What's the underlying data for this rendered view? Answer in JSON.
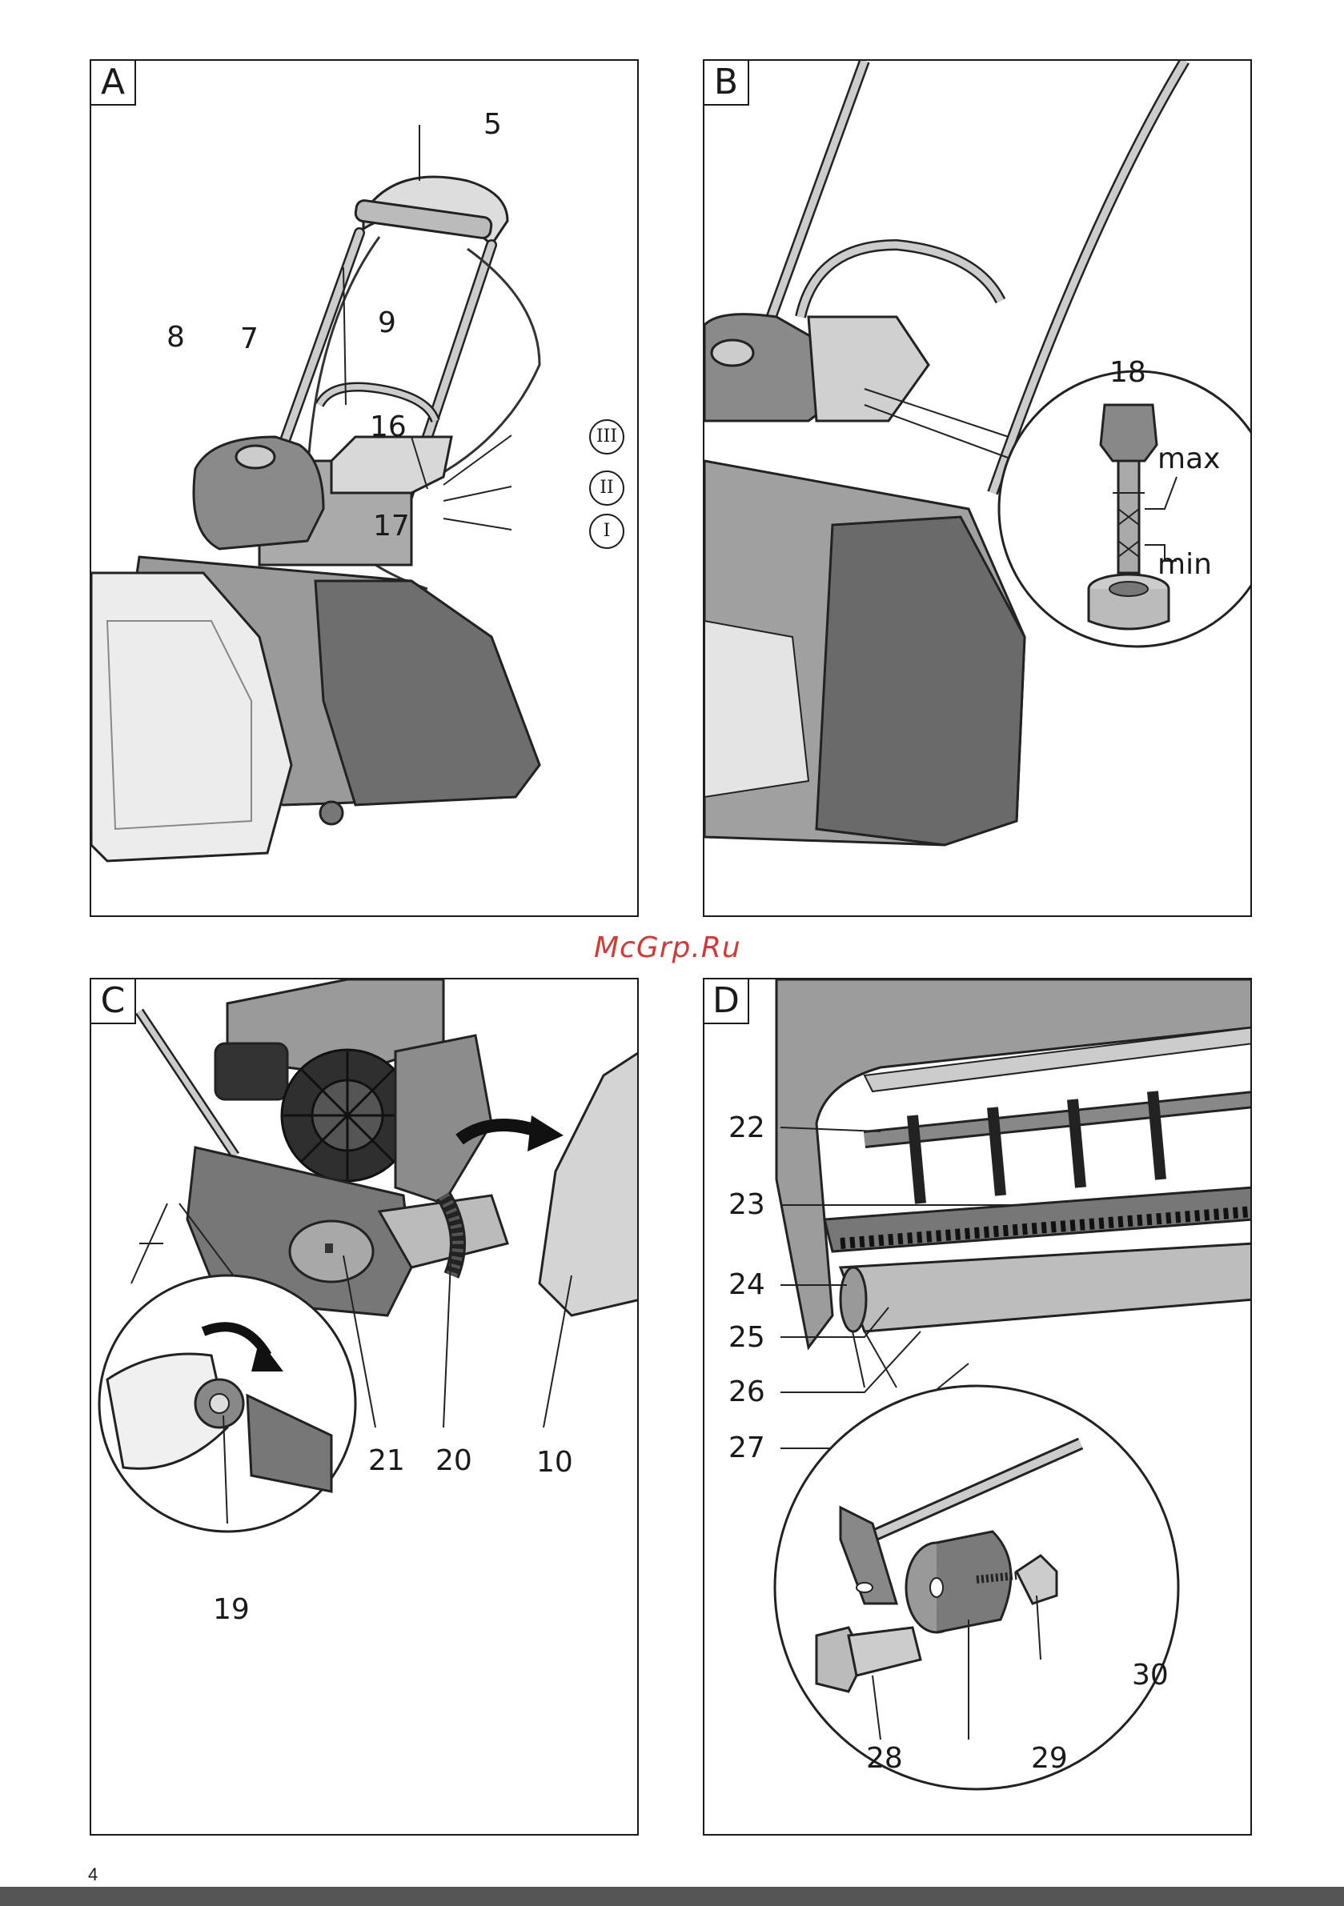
{
  "panels": {
    "a": {
      "tag": "A",
      "labels": {
        "l5": "5",
        "l8": "8",
        "l7": "7",
        "l9": "9",
        "l16": "16",
        "l17": "17"
      },
      "positions": {
        "p3": "III",
        "p2": "II",
        "p1": "I"
      }
    },
    "b": {
      "tag": "B",
      "labels": {
        "l18": "18",
        "max": "max",
        "min": "min"
      }
    },
    "c": {
      "tag": "C",
      "labels": {
        "l21": "21",
        "l20": "20",
        "l10": "10",
        "l19": "19"
      }
    },
    "d": {
      "tag": "D",
      "labels": {
        "l22": "22",
        "l23": "23",
        "l24": "24",
        "l25": "25",
        "l26": "26",
        "l27": "27",
        "l28": "28",
        "l29": "29",
        "l30": "30"
      }
    }
  },
  "watermark": "McGrp.Ru",
  "page_number": "4"
}
